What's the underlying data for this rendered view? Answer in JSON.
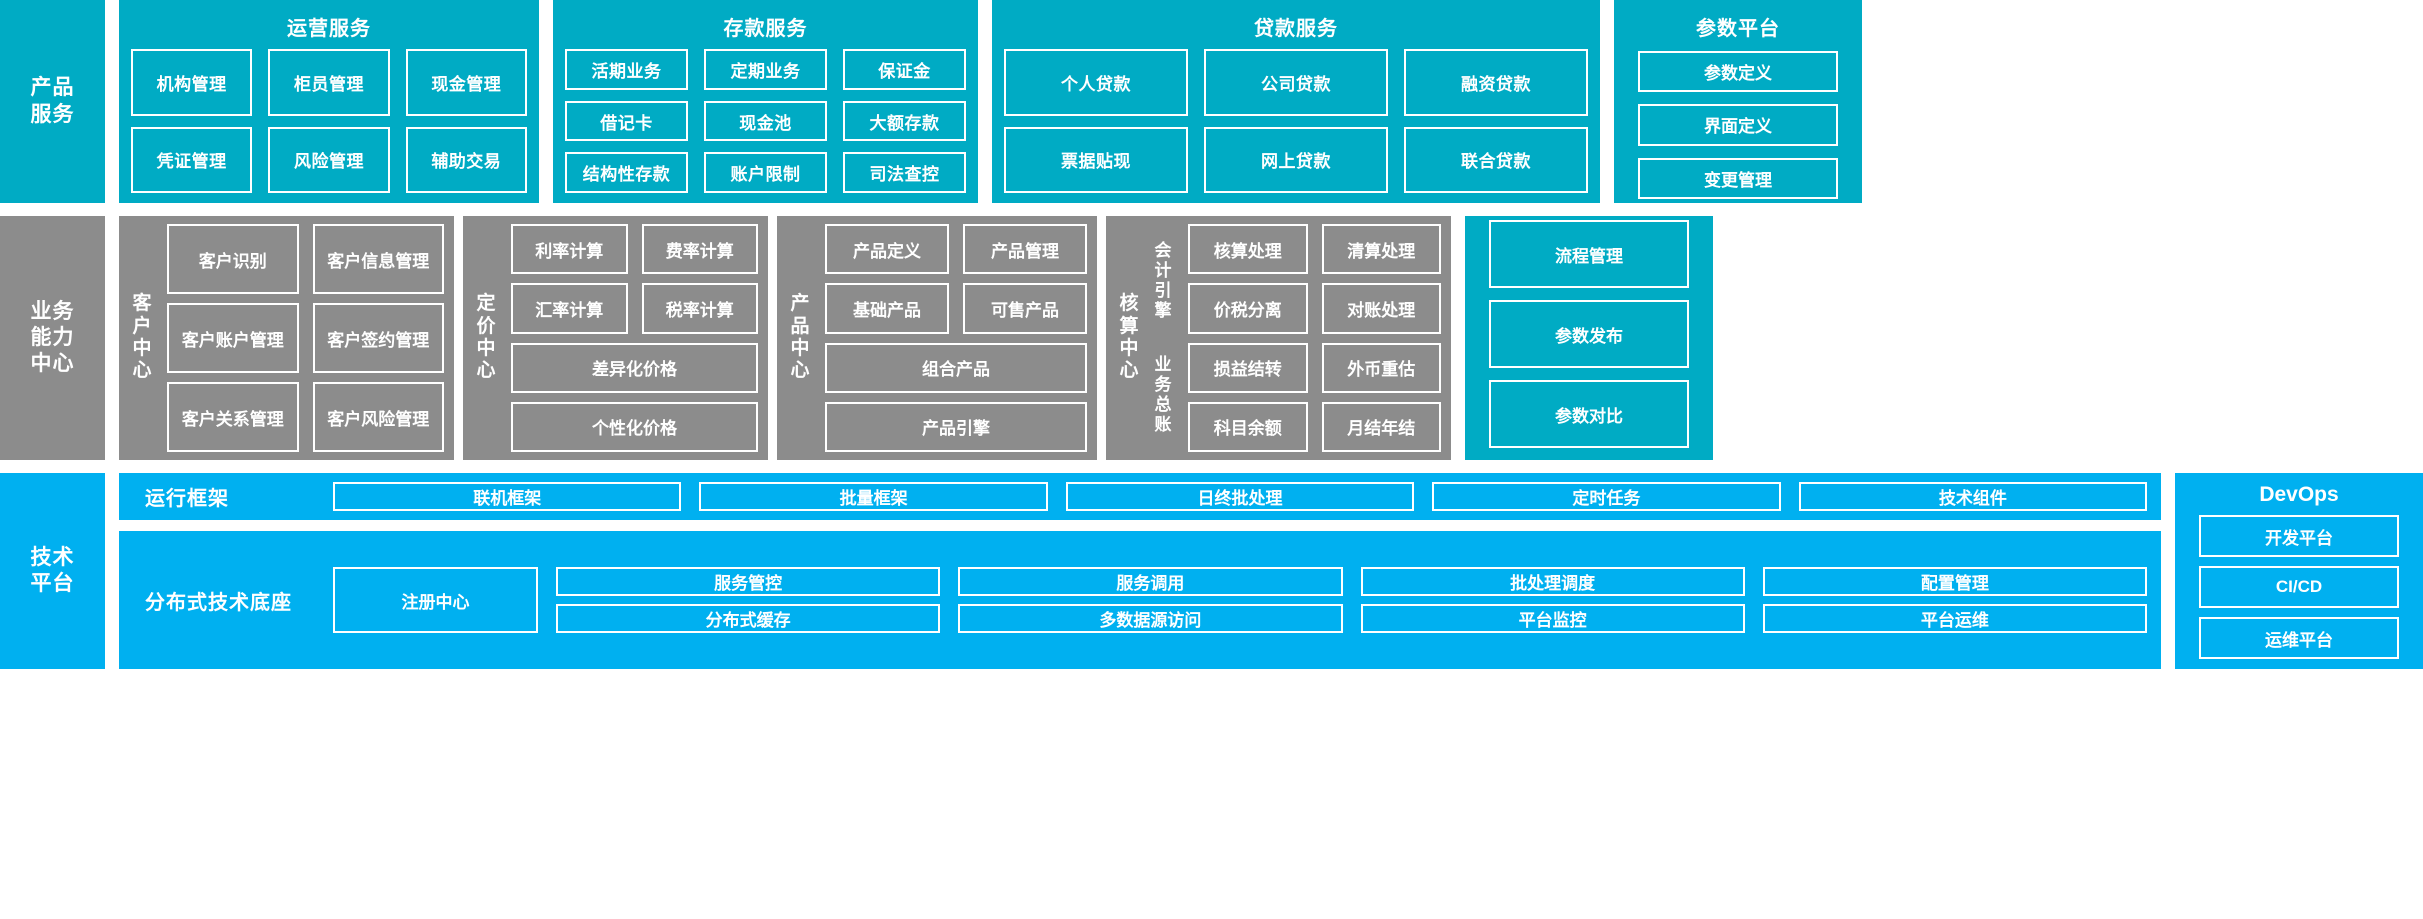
{
  "tiers": [
    {
      "id": "product-service",
      "label_lines": [
        "产品",
        "服务"
      ],
      "color": "#00ABC4"
    },
    {
      "id": "business-capability",
      "label_lines": [
        "业务",
        "能力",
        "中心"
      ],
      "color": "#8C8C8C"
    },
    {
      "id": "technology-platform",
      "label_lines": [
        "技术",
        "平台"
      ],
      "color": "#00B0F0"
    }
  ],
  "product_service": {
    "groups": [
      {
        "title": "运营服务",
        "rows": [
          [
            "机构管理",
            "柜员管理",
            "现金管理"
          ],
          [
            "凭证管理",
            "风险管理",
            "辅助交易"
          ]
        ]
      },
      {
        "title": "存款服务",
        "rows": [
          [
            "活期业务",
            "定期业务",
            "保证金"
          ],
          [
            "借记卡",
            "现金池",
            "大额存款"
          ],
          [
            "结构性存款",
            "账户限制",
            "司法查控"
          ]
        ]
      },
      {
        "title": "贷款服务",
        "rows": [
          [
            "个人贷款",
            "公司贷款",
            "融资贷款"
          ],
          [
            "票据贴现",
            "网上贷款",
            "联合贷款"
          ]
        ]
      }
    ]
  },
  "parameter_platform": {
    "title": "参数平台",
    "items": [
      "参数定义",
      "界面定义",
      "变更管理",
      "流程管理",
      "参数发布",
      "参数对比"
    ]
  },
  "business_capability": {
    "centers": [
      {
        "id": "customer-center",
        "label_chars": [
          "客",
          "户",
          "中",
          "心"
        ],
        "rows": [
          [
            "客户识别",
            "客户信息管理"
          ],
          [
            "客户账户管理",
            "客户签约管理"
          ],
          [
            "客户关系管理",
            "客户风险管理"
          ]
        ]
      },
      {
        "id": "pricing-center",
        "label_chars": [
          "定",
          "价",
          "中",
          "心"
        ],
        "rows": [
          [
            "利率计算",
            "费率计算"
          ],
          [
            "汇率计算",
            "税率计算"
          ],
          [
            "差异化价格"
          ],
          [
            "个性化价格"
          ]
        ]
      },
      {
        "id": "product-center",
        "label_chars": [
          "产",
          "品",
          "中",
          "心"
        ],
        "rows": [
          [
            "产品定义",
            "产品管理"
          ],
          [
            "基础产品",
            "可售产品"
          ],
          [
            "组合产品"
          ],
          [
            "产品引擎"
          ]
        ]
      },
      {
        "id": "accounting-center",
        "label_chars": [
          "核",
          "算",
          "中",
          "心"
        ],
        "sub_labels": [
          {
            "chars": [
              "会",
              "计",
              "引",
              "擎"
            ]
          },
          {
            "chars": [
              "业",
              "务",
              "总",
              "账"
            ]
          }
        ],
        "rows": [
          [
            "核算处理",
            "清算处理"
          ],
          [
            "价税分离",
            "对账处理"
          ],
          [
            "损益结转",
            "外币重估"
          ],
          [
            "科目余额",
            "月结年结"
          ]
        ]
      }
    ]
  },
  "technology_platform": {
    "strips": [
      {
        "id": "runtime-framework",
        "name": "运行框架",
        "items": [
          "联机框架",
          "批量框架",
          "日终批处理",
          "定时任务",
          "技术组件"
        ]
      },
      {
        "id": "distributed-base",
        "name": "分布式技术底座",
        "wide_item": "注册中心",
        "columns": [
          [
            "服务管控",
            "分布式缓存"
          ],
          [
            "服务调用",
            "多数据源访问"
          ],
          [
            "批处理调度",
            "平台监控"
          ],
          [
            "配置管理",
            "平台运维"
          ]
        ]
      }
    ]
  },
  "devops": {
    "title": "DevOps",
    "items": [
      "开发平台",
      "CI/CD",
      "运维平台"
    ]
  }
}
